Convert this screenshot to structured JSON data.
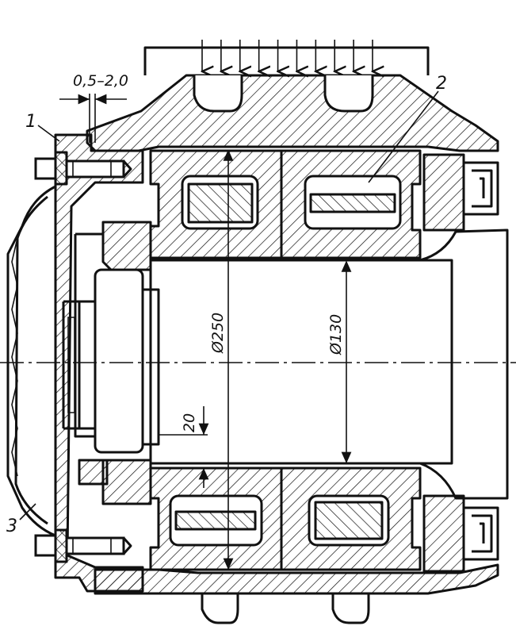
{
  "labels": {
    "part_1": "1",
    "part_2": "2",
    "part_3": "3"
  },
  "dimensions": {
    "gap": "0,5–2,0",
    "outer_diameter": "Ø250",
    "shaft_diameter": "Ø130",
    "clearance": "20"
  },
  "load_arrows": 10,
  "colors": {
    "ink": "#111111",
    "paper": "#ffffff"
  }
}
